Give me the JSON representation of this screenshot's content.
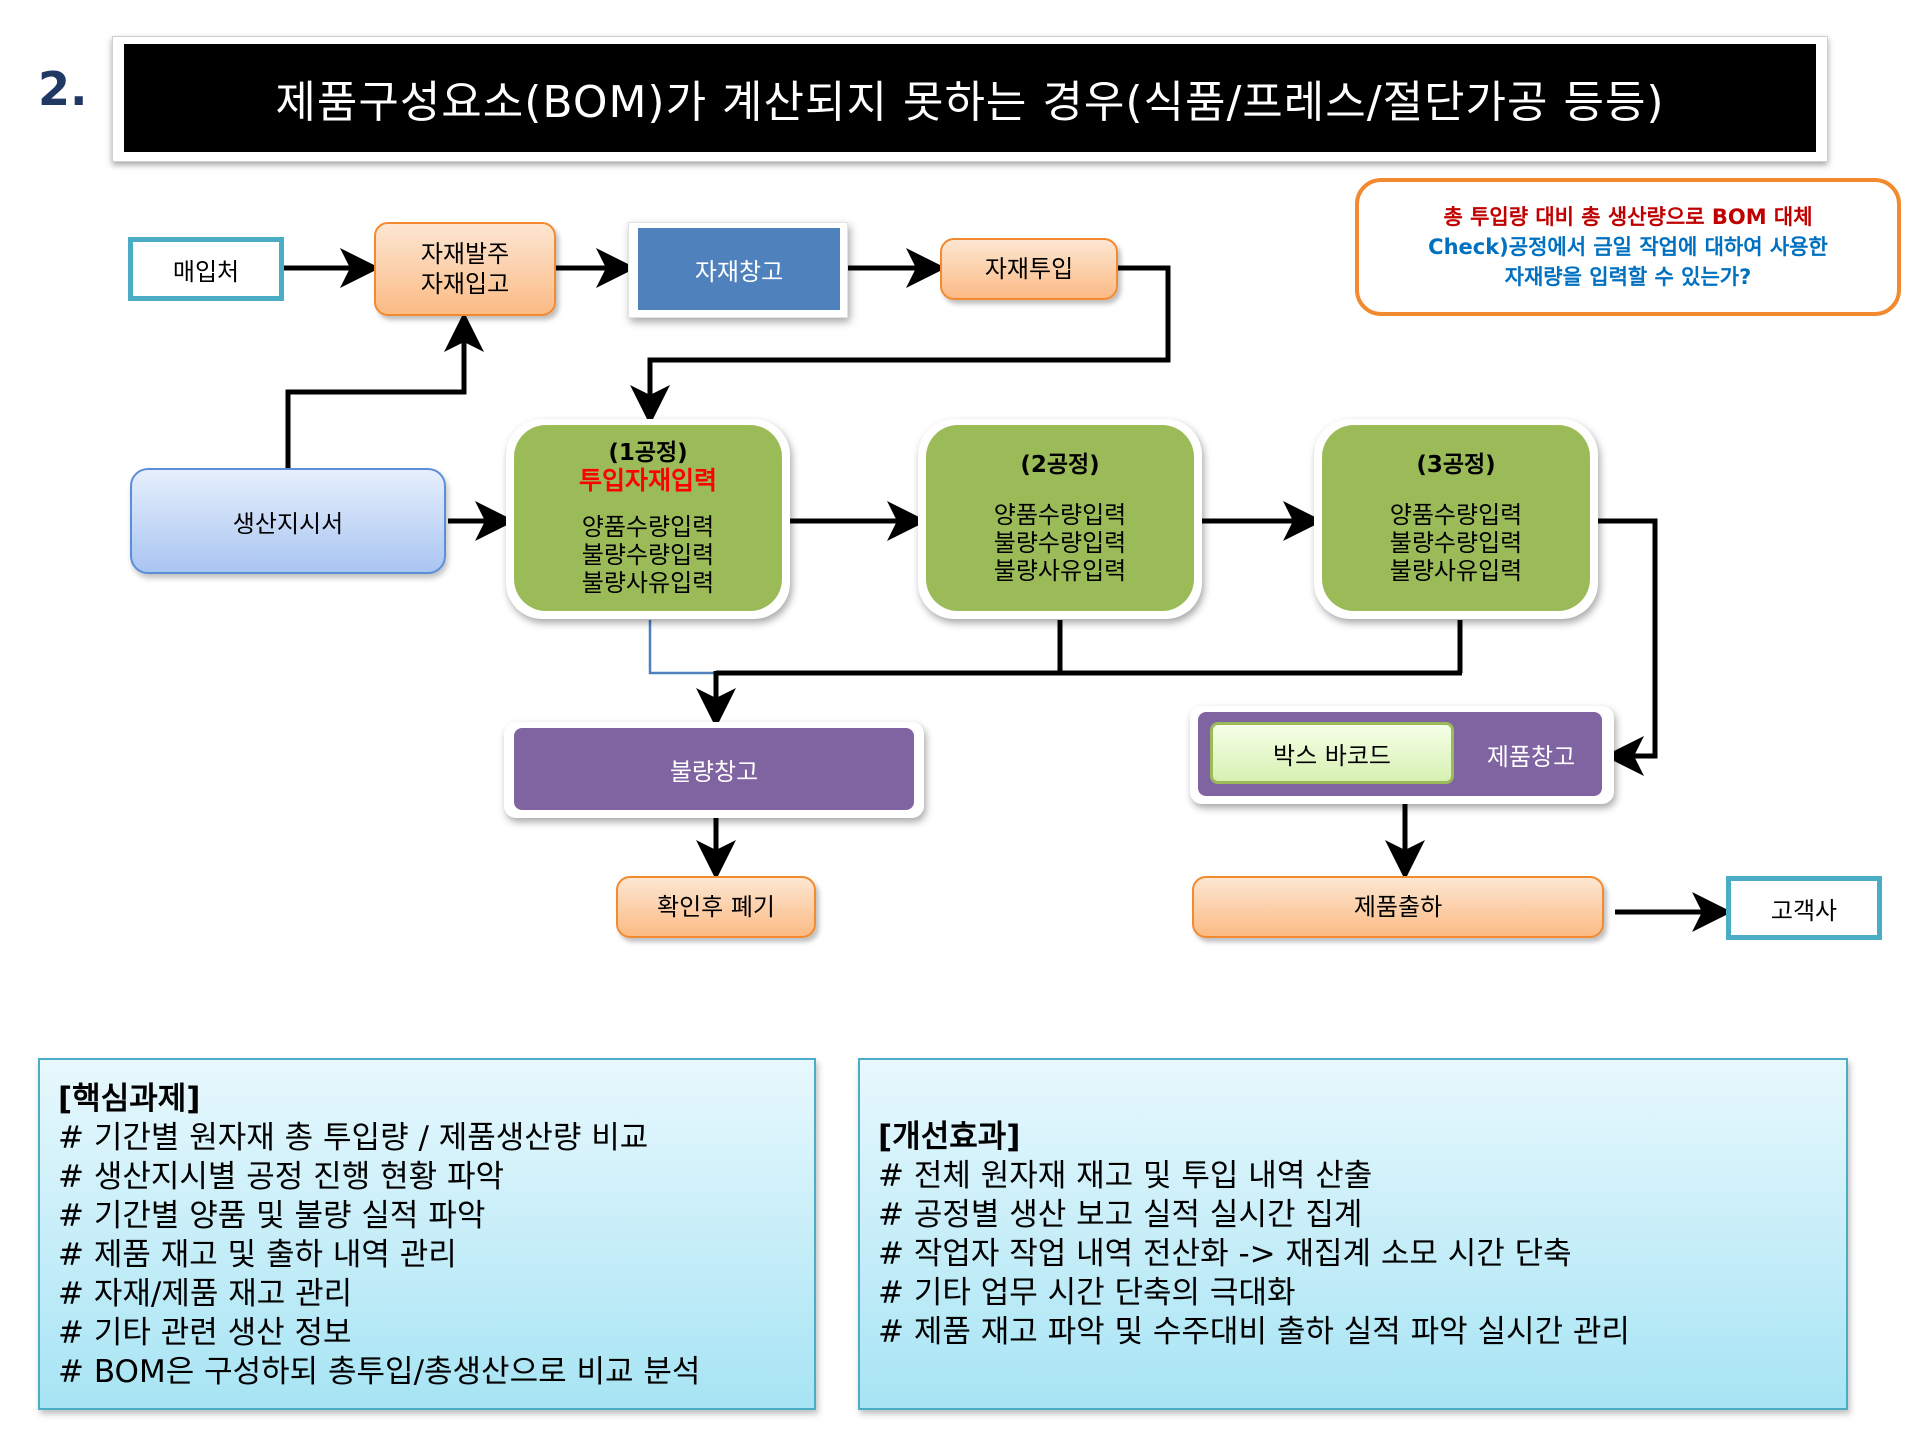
{
  "slide_number": "2.",
  "title": "제품구성요소(BOM)가 계산되지 못하는 경우(식품/프레스/절단가공 등등)",
  "callout": {
    "line1": "총 투입량 대비 총 생산량으로 BOM 대체",
    "line2": "Check)공정에서 금일 작업에 대하여 사용한",
    "line3": "자재량을 입력할 수 있는가?"
  },
  "nodes": {
    "supplier": "매입처",
    "material_order_line1": "자재발주",
    "material_order_line2": "자재입고",
    "material_warehouse": "자재창고",
    "material_input": "자재투입",
    "work_order": "생산지시서",
    "process1": {
      "header": "(1공정)",
      "highlight": "투입자재입력",
      "items": [
        "양품수량입력",
        "불량수량입력",
        "불량사유입력"
      ]
    },
    "process2": {
      "header": "(2공정)",
      "items": [
        "양품수량입력",
        "불량수량입력",
        "불량사유입력"
      ]
    },
    "process3": {
      "header": "(3공정)",
      "items": [
        "양품수량입력",
        "불량수량입력",
        "불량사유입력"
      ]
    },
    "defect_warehouse": "불량창고",
    "box_barcode": "박스 바코드",
    "product_warehouse": "제품창고",
    "dispose": "확인후 폐기",
    "shipping": "제품출하",
    "customer": "고객사"
  },
  "key_tasks": {
    "heading": "[핵심과제]",
    "items": [
      "# 기간별 원자재 총 투입량 / 제품생산량 비교",
      "# 생산지시별 공정 진행 현황 파악",
      "# 기간별 양품 및 불량 실적 파악",
      "# 제품 재고 및 출하 내역 관리",
      "# 자재/제품 재고 관리",
      "# 기타 관련 생산 정보",
      "# BOM은 구성하되 총투입/총생산으로 비교 분석"
    ]
  },
  "improvements": {
    "heading": "[개선효과]",
    "items": [
      "# 전체 원자재 재고 및 투입 내역 산출",
      "# 공정별 생산 보고 실적 실시간 집계",
      "# 작업자 작업 내역 전산화 -> 재집계 소모 시간 단축",
      "# 기타 업무 시간 단축의 극대화",
      "# 제품 재고 파악 및 수주대비 출하 실적 파악 실시간 관리"
    ]
  },
  "colors": {
    "title_bg": "#000000",
    "slide_number": "#1f3864",
    "callout_border": "#f28a30",
    "callout_red": "#c00000",
    "callout_blue": "#0070c0",
    "teal_border": "#4bacc6",
    "process_green": "#9bbb59",
    "warehouse_blue": "#4f81bd",
    "purple": "#8064a2",
    "arrow": "#000000"
  }
}
